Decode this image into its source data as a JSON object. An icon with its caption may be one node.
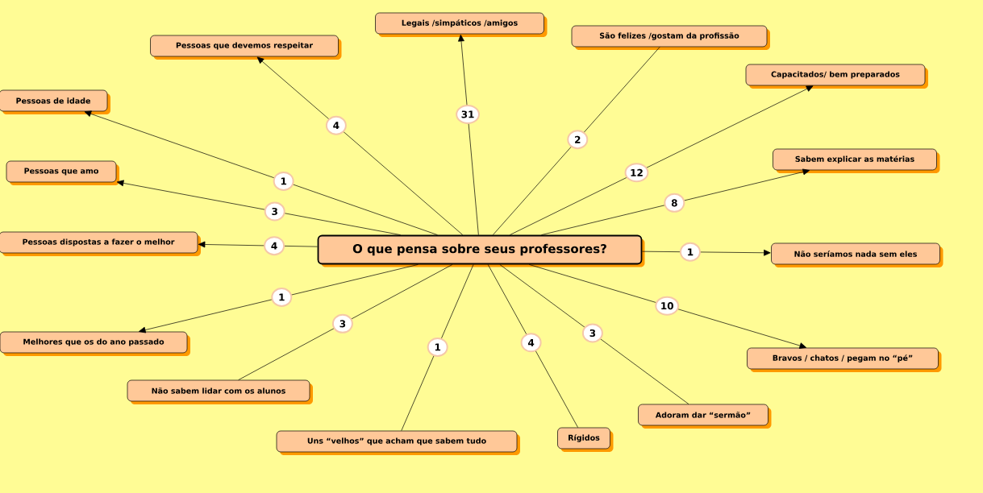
{
  "diagram": {
    "nodes": [
      {
        "text": [
          "O que pensa sobre seus professores?"
        ]
      },
      {
        "text": [
          "Legais /simpáticos /amigos"
        ]
      },
      {
        "text": [
          "Pessoas que devemos respeitar"
        ]
      },
      {
        "text": [
          "São felizes /gostam da profissão"
        ]
      },
      {
        "text": [
          "Capacitados/ bem preparados"
        ]
      },
      {
        "text": [
          "Pessoas de idade"
        ]
      },
      {
        "text": [
          "Sabem explicar as matérias"
        ]
      },
      {
        "text": [
          "Pessoas que amo"
        ]
      },
      {
        "text": [
          "Pessoas dispostas a fazer o melhor"
        ]
      },
      {
        "text": [
          "Não seríamos nada sem eles"
        ]
      },
      {
        "text": [
          "Melhores que os do ano passado"
        ]
      },
      {
        "text": [
          "Bravos / chatos / pegam no “pé”"
        ]
      },
      {
        "text": [
          "Não sabem lidar com os alunos"
        ]
      },
      {
        "text": [
          "Adoram dar “sermão”"
        ]
      },
      {
        "text": [
          "Uns “velhos” que acham que sabem tudo"
        ]
      },
      {
        "text": [
          "Rígidos"
        ]
      }
    ],
    "edges": [
      {
        "from": 0,
        "to": 1,
        "arrow": "to",
        "label": "31"
      },
      {
        "from": 0,
        "to": 2,
        "arrow": "to",
        "label": "4"
      },
      {
        "from": 0,
        "to": 3,
        "arrow": "none",
        "label": "2"
      },
      {
        "from": 0,
        "to": 4,
        "arrow": "to",
        "label": "12"
      },
      {
        "from": 0,
        "to": 5,
        "arrow": "to",
        "label": "1"
      },
      {
        "from": 0,
        "to": 6,
        "arrow": "to",
        "label": "8"
      },
      {
        "from": 0,
        "to": 7,
        "arrow": "to",
        "label": "3"
      },
      {
        "from": 0,
        "to": 8,
        "arrow": "to",
        "label": "4"
      },
      {
        "from": 0,
        "to": 9,
        "arrow": "to",
        "label": "1"
      },
      {
        "from": 0,
        "to": 10,
        "arrow": "to",
        "label": "1"
      },
      {
        "from": 0,
        "to": 11,
        "arrow": "to",
        "label": "10"
      },
      {
        "from": 0,
        "to": 12,
        "arrow": "none",
        "label": "3"
      },
      {
        "from": 0,
        "to": 13,
        "arrow": "none",
        "label": "3"
      },
      {
        "from": 0,
        "to": 14,
        "arrow": "none",
        "label": "1"
      },
      {
        "from": 0,
        "to": 15,
        "arrow": "none",
        "label": "4"
      }
    ]
  }
}
